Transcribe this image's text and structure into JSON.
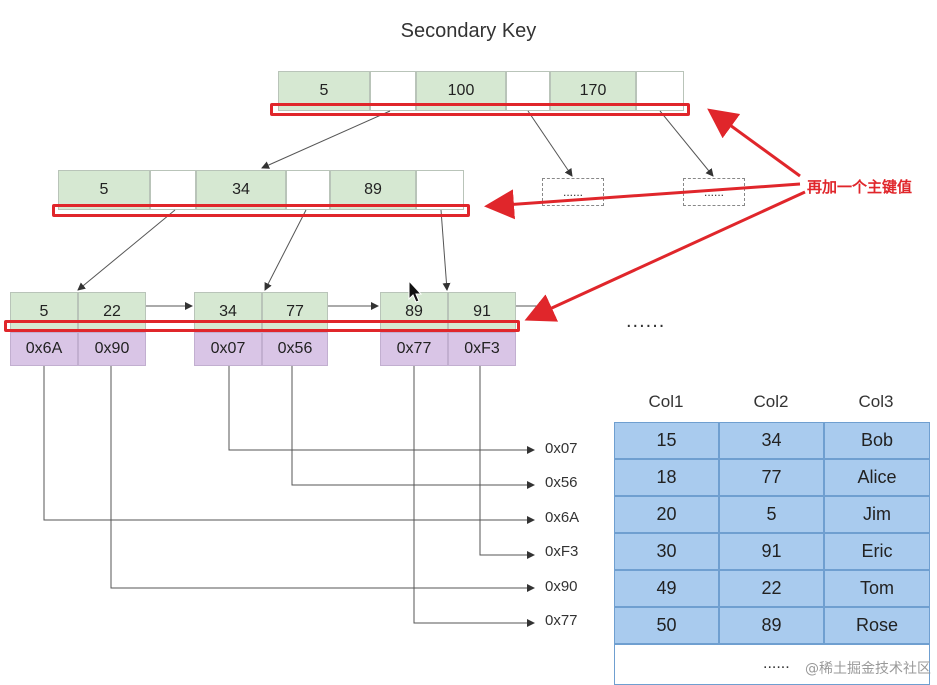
{
  "title": "Secondary Key",
  "root": {
    "keys": [
      "5",
      "100",
      "170"
    ]
  },
  "level2": {
    "keys": [
      "5",
      "34",
      "89"
    ]
  },
  "leaves": [
    {
      "keys": [
        "5",
        "22"
      ],
      "addrs": [
        "0x6A",
        "0x90"
      ]
    },
    {
      "keys": [
        "34",
        "77"
      ],
      "addrs": [
        "0x07",
        "0x56"
      ]
    },
    {
      "keys": [
        "89",
        "91"
      ],
      "addrs": [
        "0x77",
        "0xF3"
      ]
    }
  ],
  "ellipsis_nodes": [
    "......",
    "......"
  ],
  "leaf_ellipsis": "......",
  "addr_labels": [
    "0x07",
    "0x56",
    "0x6A",
    "0xF3",
    "0x90",
    "0x77"
  ],
  "annotation": "再加一个主键值",
  "table": {
    "headers": [
      "Col1",
      "Col2",
      "Col3"
    ],
    "rows": [
      [
        "15",
        "34",
        "Bob"
      ],
      [
        "18",
        "77",
        "Alice"
      ],
      [
        "20",
        "5",
        "Jim"
      ],
      [
        "30",
        "91",
        "Eric"
      ],
      [
        "49",
        "22",
        "Tom"
      ],
      [
        "50",
        "89",
        "Rose"
      ]
    ],
    "footer": "......"
  },
  "watermark": "@稀土掘金技术社区",
  "colors": {
    "key_green": "#d6e8d2",
    "addr_purple": "#d9c5e6",
    "table_blue": "#a9cbee",
    "highlight_red": "#e0262b"
  }
}
